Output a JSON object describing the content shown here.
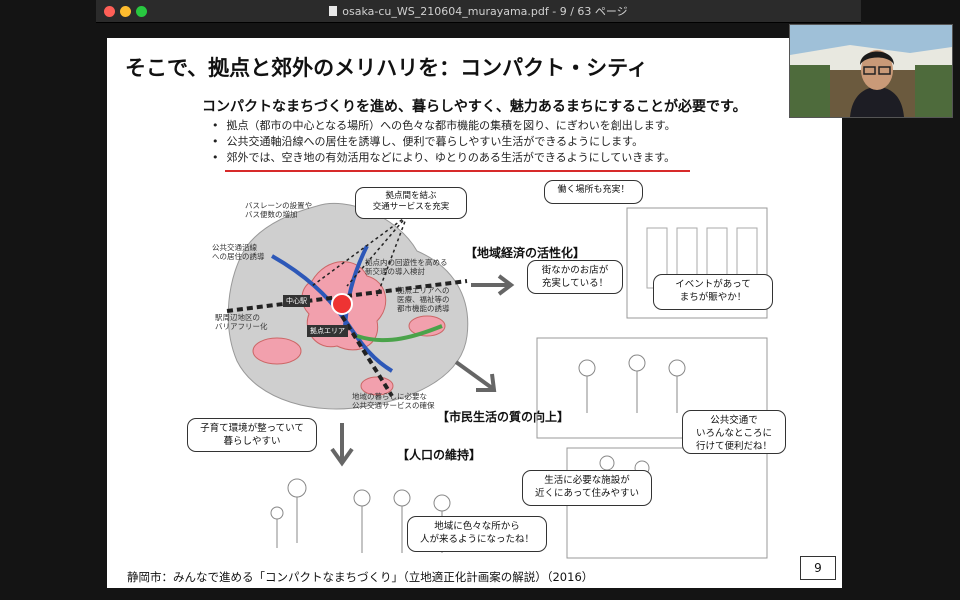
{
  "window": {
    "title": "osaka-cu_WS_210604_murayama.pdf - 9 / 63 ページ"
  },
  "slide": {
    "title": "そこで、拠点と郊外のメリハリを：コンパクト・シティ",
    "lead": "コンパクトなまちづくりを進め、暮らしやすく、魅力あるまちにすることが必要です。",
    "bullets": [
      "拠点（都市の中心となる場所）への色々な都市機能の集積を図り、にぎわいを創出します。",
      "公共交通軸沿線への居住を誘導し、便利で暮らしやすい生活ができるようにします。",
      "郊外では、空き地の有効活用などにより、ゆとりのある生活ができるようにしていきます。"
    ],
    "caption": "静岡市：みんなで進める「コンパクトなまちづくり」（立地適正化計画案の解説）（2016）",
    "page_number": "9"
  },
  "map": {
    "notes": {
      "bus_lane": "バスレーンの設置や\nバス便数の増加",
      "transit_link": "拠点間を結ぶ\n交通サービスを充実",
      "corridor": "公共交通沿線\nへの居住の誘導",
      "new_transit": "拠点内の回遊性を高める\n新交通の導入検討",
      "hub_area": "拠点エリアへの\n医療、福祉等の\n都市機能の誘導",
      "barrier_free": "駅周辺地区の\nバリアフリー化",
      "service": "地域の暮らしに必要な\n公共交通サービスの確保"
    },
    "tags": {
      "station": "中心駅",
      "hub": "拠点エリア"
    }
  },
  "sections": {
    "economy": "【地域経済の活性化】",
    "quality": "【市民生活の質の向上】",
    "population": "【人口の維持】"
  },
  "bubbles": {
    "work": "働く場所も充実！",
    "shops": "街なかのお店が\n充実している！",
    "events": "イベントがあって\nまちが賑やか！",
    "transit": "公共交通で\nいろんなところに\n行けて便利だね！",
    "child": "子育て環境が整っていて\n暮らしやすい",
    "facilities": "生活に必要な施設が\n近くにあって住みやすい",
    "visitors": "地域に色々な所から\n人が来るようになったね！"
  },
  "colors": {
    "accent_underline": "#d72a2a",
    "map_land": "#cfcfcf",
    "map_core": "#f2a0ad",
    "map_transit": "#2d58b8",
    "map_green": "#4aa34a"
  }
}
